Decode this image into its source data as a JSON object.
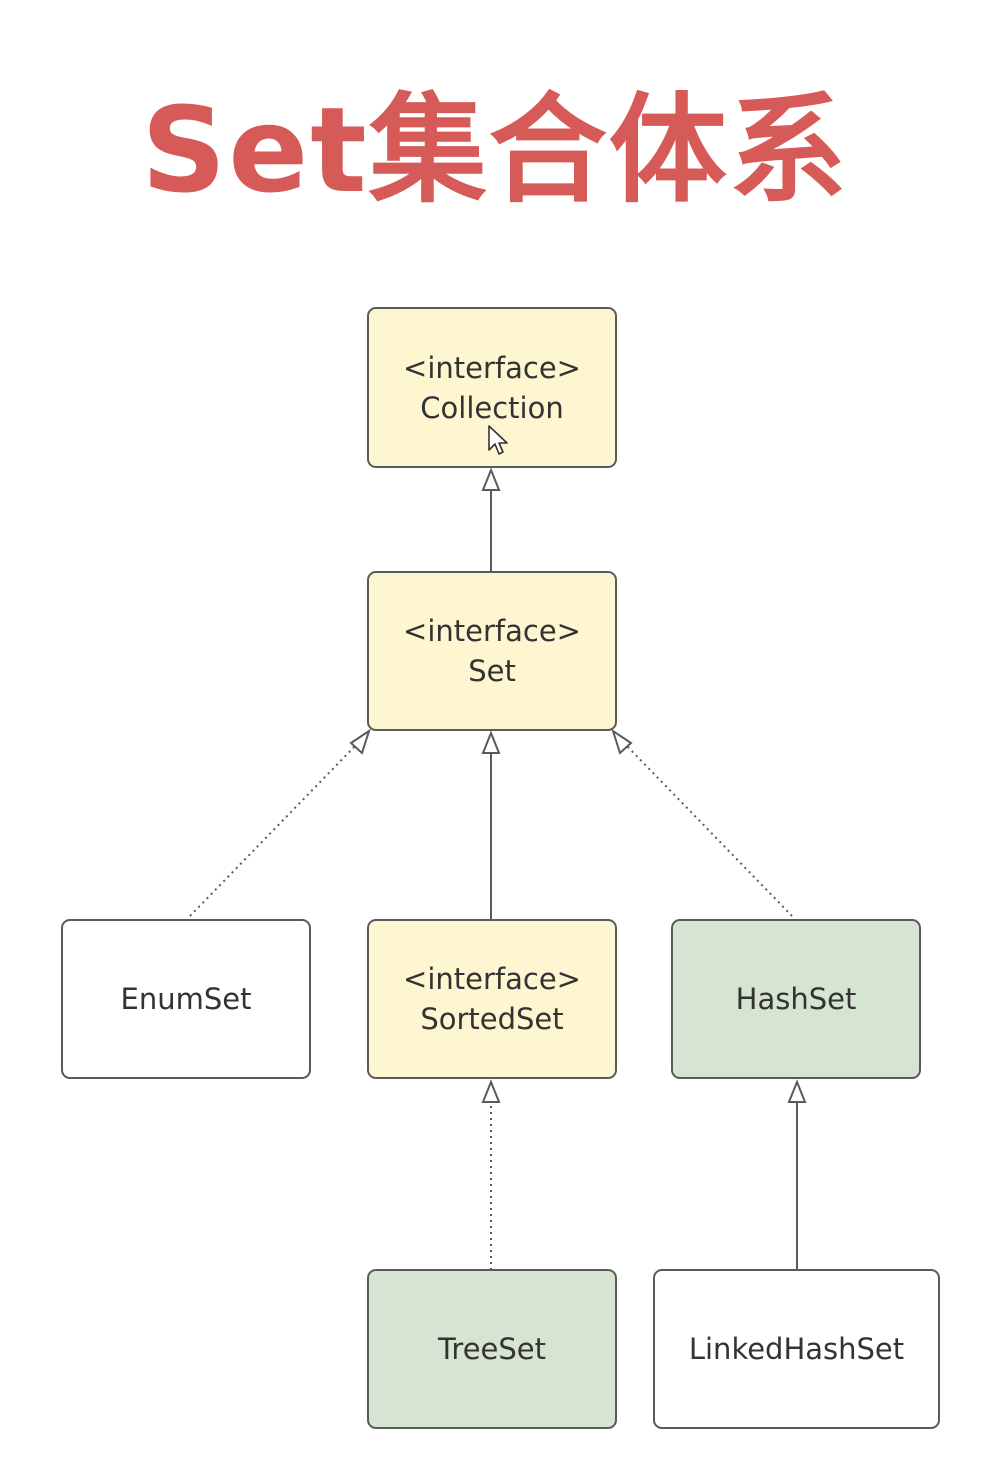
{
  "title": "Set集合体系",
  "colors": {
    "title": "#d65a57",
    "interface_fill": "#fef6d0",
    "class_fill_green": "#d5e5d2",
    "class_fill_plain": "#ffffff",
    "border": "#5a5a5a"
  },
  "nodes": {
    "collection": {
      "stereotype": "<interface>",
      "name": "Collection",
      "kind": "interface"
    },
    "set": {
      "stereotype": "<interface>",
      "name": "Set",
      "kind": "interface"
    },
    "enumset": {
      "name": "EnumSet",
      "kind": "class"
    },
    "sortedset": {
      "stereotype": "<interface>",
      "name": "SortedSet",
      "kind": "interface"
    },
    "hashset": {
      "name": "HashSet",
      "kind": "class"
    },
    "treeset": {
      "name": "TreeSet",
      "kind": "class"
    },
    "linkedhashset": {
      "name": "LinkedHashSet",
      "kind": "class"
    }
  },
  "edges": [
    {
      "from": "Set",
      "to": "Collection",
      "style": "solid",
      "relation": "extends"
    },
    {
      "from": "EnumSet",
      "to": "Set",
      "style": "dotted",
      "relation": "implements"
    },
    {
      "from": "SortedSet",
      "to": "Set",
      "style": "solid",
      "relation": "extends"
    },
    {
      "from": "HashSet",
      "to": "Set",
      "style": "dotted",
      "relation": "implements"
    },
    {
      "from": "TreeSet",
      "to": "SortedSet",
      "style": "dotted",
      "relation": "implements"
    },
    {
      "from": "LinkedHashSet",
      "to": "HashSet",
      "style": "solid",
      "relation": "extends"
    }
  ]
}
